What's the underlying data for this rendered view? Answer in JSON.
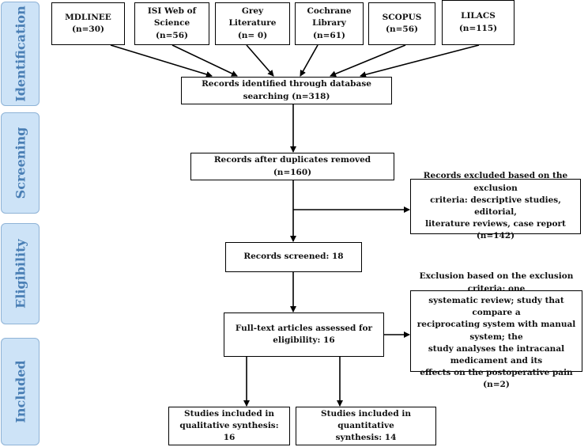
{
  "phases": {
    "identification": "Identification",
    "screening": "Screening",
    "eligibility": "Eligibility",
    "included": "Included"
  },
  "sources": [
    {
      "name": "MDLINEE",
      "count": "(n=30)"
    },
    {
      "name": "ISI Web of\nScience (n=56)",
      "count": ""
    },
    {
      "name": "Grey Literature\n(n= 0)",
      "count": ""
    },
    {
      "name": "Cochrane\nLibrary (n=61)",
      "count": ""
    },
    {
      "name": "SCOPUS",
      "count": "(n=56)"
    },
    {
      "name": "LILACS",
      "count": "(n=115)"
    }
  ],
  "boxes": {
    "identified": "Records identified through database searching (n=318)",
    "after_duplicates": "Records after duplicates removed (n=160)",
    "excluded_criteria": "Records excluded based on the exclusion\ncriteria: descriptive studies, editorial,\nliterature reviews, case report (n=142)",
    "screened": "Records screened: 18",
    "fulltext": "Full-text articles assessed for\neligibility: 16",
    "exclusion_fulltext": "Exclusion based on the exclusion criteria: one\nsystematic review; study that compare a\nreciprocating system with manual system; the\nstudy analyses the intracanal medicament and its\neffects on the postoperative pain (n=2)",
    "qualitative": "Studies included in\nqualitative synthesis: 16",
    "quantitative": "Studies included in quantitative\nsynthesis: 14"
  }
}
